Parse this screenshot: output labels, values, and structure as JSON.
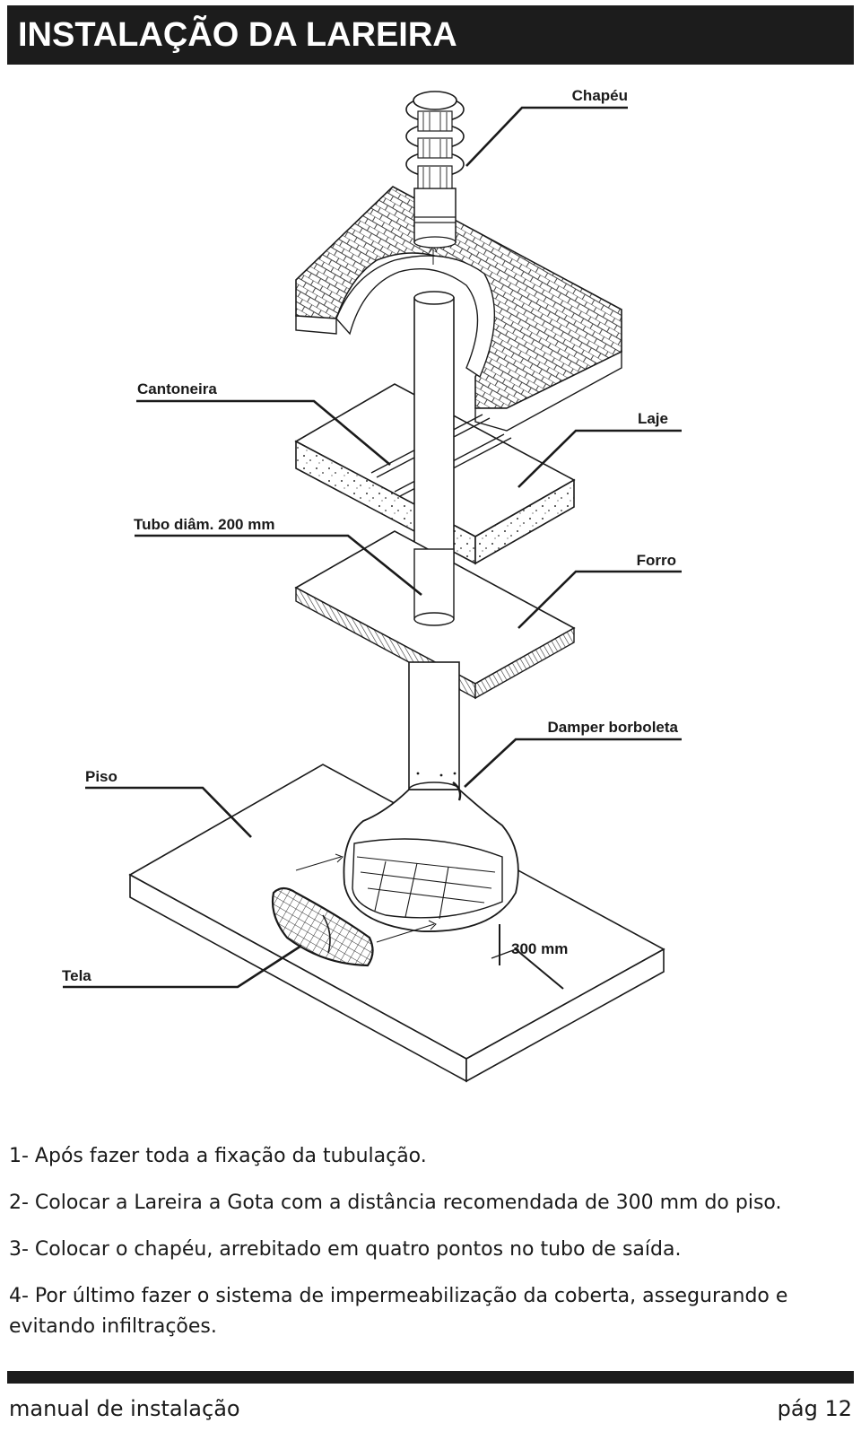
{
  "header": {
    "title": "INSTALAÇÃO DA LAREIRA"
  },
  "diagram": {
    "labels": {
      "chapeu": "Chapéu",
      "cantoneira": "Cantoneira",
      "laje": "Laje",
      "tubo": "Tubo diâm. 200 mm",
      "forro": "Forro",
      "damper": "Damper borboleta",
      "piso": "Piso",
      "tela": "Tela",
      "distancia": "300 mm"
    }
  },
  "steps": [
    "1- Após fazer toda a fixação da tubulação.",
    "2- Colocar a Lareira a Gota com a distância recomendada de 300 mm do piso.",
    "3- Colocar o chapéu, arrebitado em quatro pontos no tubo de saída.",
    "4- Por último fazer o sistema de impermeabilização da coberta, assegurando e evitando infiltrações."
  ],
  "footer": {
    "left": "manual de instalação",
    "right": "pág 12"
  }
}
